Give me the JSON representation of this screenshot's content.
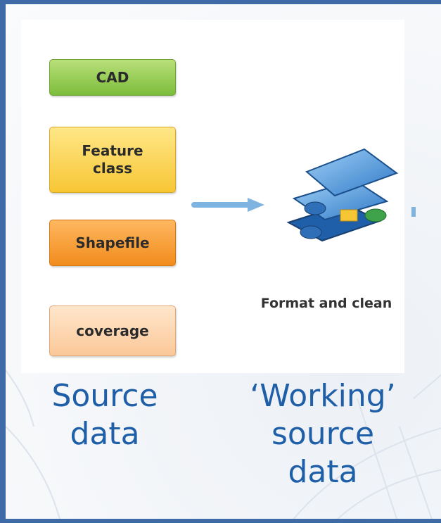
{
  "source_boxes": [
    {
      "label": "CAD"
    },
    {
      "label": "Feature\nclass"
    },
    {
      "label": "Shapefile"
    },
    {
      "label": "coverage"
    }
  ],
  "process_caption": "Format and clean",
  "labels": {
    "source": "Source\ndata",
    "working": "‘Working’\nsource\ndata"
  },
  "colors": {
    "frame": "#3f6aa8",
    "label_text": "#1f5fa8",
    "cad": "#8cc94a",
    "feature_class": "#f9cf45",
    "shapefile": "#f39a2c",
    "coverage": "#fcd5ae",
    "arrow": "#7fb4e0",
    "layer_blue": "#4a8fd6"
  }
}
